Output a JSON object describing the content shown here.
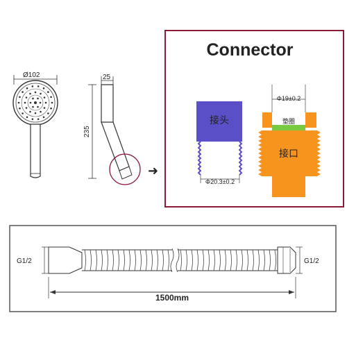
{
  "shower_head": {
    "head_diameter_label": "Ø102",
    "side_width_label": "25",
    "height_label": "235"
  },
  "connector": {
    "title": "Connector",
    "male_part_label": "接头",
    "male_dimension_label": "Φ20.3±0.2",
    "female_top_dimension_label": "Φ19±0.2",
    "washer_label": "垫圈",
    "female_part_label": "接口",
    "arrow_symbol": "➜"
  },
  "hose": {
    "left_thread_label": "G1/2",
    "right_thread_label": "G1/2",
    "length_label": "1500mm"
  },
  "colors": {
    "connector_border": "#8b1a3a",
    "male_part": "#5b4fc7",
    "female_part": "#f7941d",
    "washer": "#7ac943",
    "hose_border": "#555555"
  }
}
